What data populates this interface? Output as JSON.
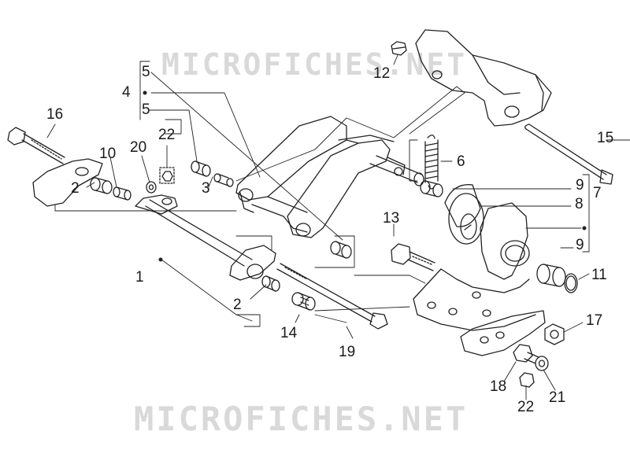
{
  "watermark": {
    "top": "MICROFICHES.NET",
    "bottom": "MICROFICHES.NET"
  },
  "callouts": [
    {
      "id": "c1",
      "label": "1"
    },
    {
      "id": "c2a",
      "label": "2"
    },
    {
      "id": "c2b",
      "label": "2"
    },
    {
      "id": "c3",
      "label": "3"
    },
    {
      "id": "c4",
      "label": "4"
    },
    {
      "id": "c5a",
      "label": "5"
    },
    {
      "id": "c5b",
      "label": "5"
    },
    {
      "id": "c6",
      "label": "6"
    },
    {
      "id": "c7",
      "label": "7"
    },
    {
      "id": "c8",
      "label": "8"
    },
    {
      "id": "c9a",
      "label": "9"
    },
    {
      "id": "c9b",
      "label": "9"
    },
    {
      "id": "c10",
      "label": "10"
    },
    {
      "id": "c11",
      "label": "11"
    },
    {
      "id": "c12",
      "label": "12"
    },
    {
      "id": "c13",
      "label": "13"
    },
    {
      "id": "c14",
      "label": "14"
    },
    {
      "id": "c15",
      "label": "15"
    },
    {
      "id": "c16",
      "label": "16"
    },
    {
      "id": "c17",
      "label": "17"
    },
    {
      "id": "c18",
      "label": "18"
    },
    {
      "id": "c19",
      "label": "19"
    },
    {
      "id": "c20",
      "label": "20"
    },
    {
      "id": "c21",
      "label": "21"
    },
    {
      "id": "c22a",
      "label": "22"
    },
    {
      "id": "c22b",
      "label": "22"
    }
  ]
}
